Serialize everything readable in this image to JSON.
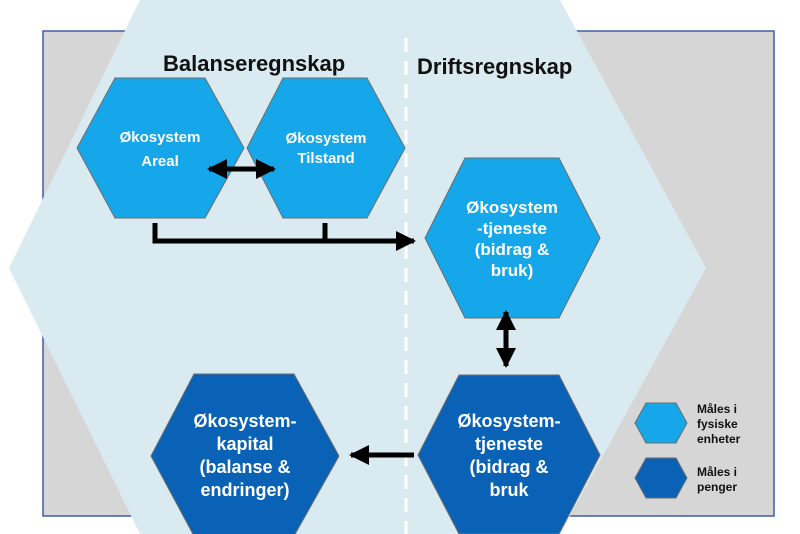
{
  "colors": {
    "background_panel": "#d6d6d6",
    "panel_border": "#3f5fa6",
    "big_hexagon": "#d9ebf1",
    "physical_units": "#15a7e9",
    "money_units": "#0a62b6",
    "hex_border": "#6c6c6c",
    "arrow": "#000000"
  },
  "headings": {
    "balance": "Balanseregnskap",
    "operations": "Driftsregnskap"
  },
  "nodes": {
    "areal": {
      "line1": "Økosystem",
      "line2": "Areal"
    },
    "tilstand": {
      "line1": "Økosystem",
      "line2": "Tilstand"
    },
    "tjeneste_physical": {
      "line1": "Økosystem",
      "line2": "-tjeneste",
      "line3": "(bidrag &",
      "line4": "bruk)"
    },
    "tjeneste_money": {
      "line1": "Økosystem-",
      "line2": "tjeneste",
      "line3": "(bidrag &",
      "line4": "bruk"
    },
    "kapital": {
      "line1": "Økosystem-",
      "line2": "kapital",
      "line3": "(balanse &",
      "line4": "endringer)"
    }
  },
  "legend": {
    "physical": {
      "line1": "Måles i",
      "line2": "fysiske",
      "line3": "enheter"
    },
    "money": {
      "line1": "Måles i",
      "line2": "penger"
    }
  }
}
